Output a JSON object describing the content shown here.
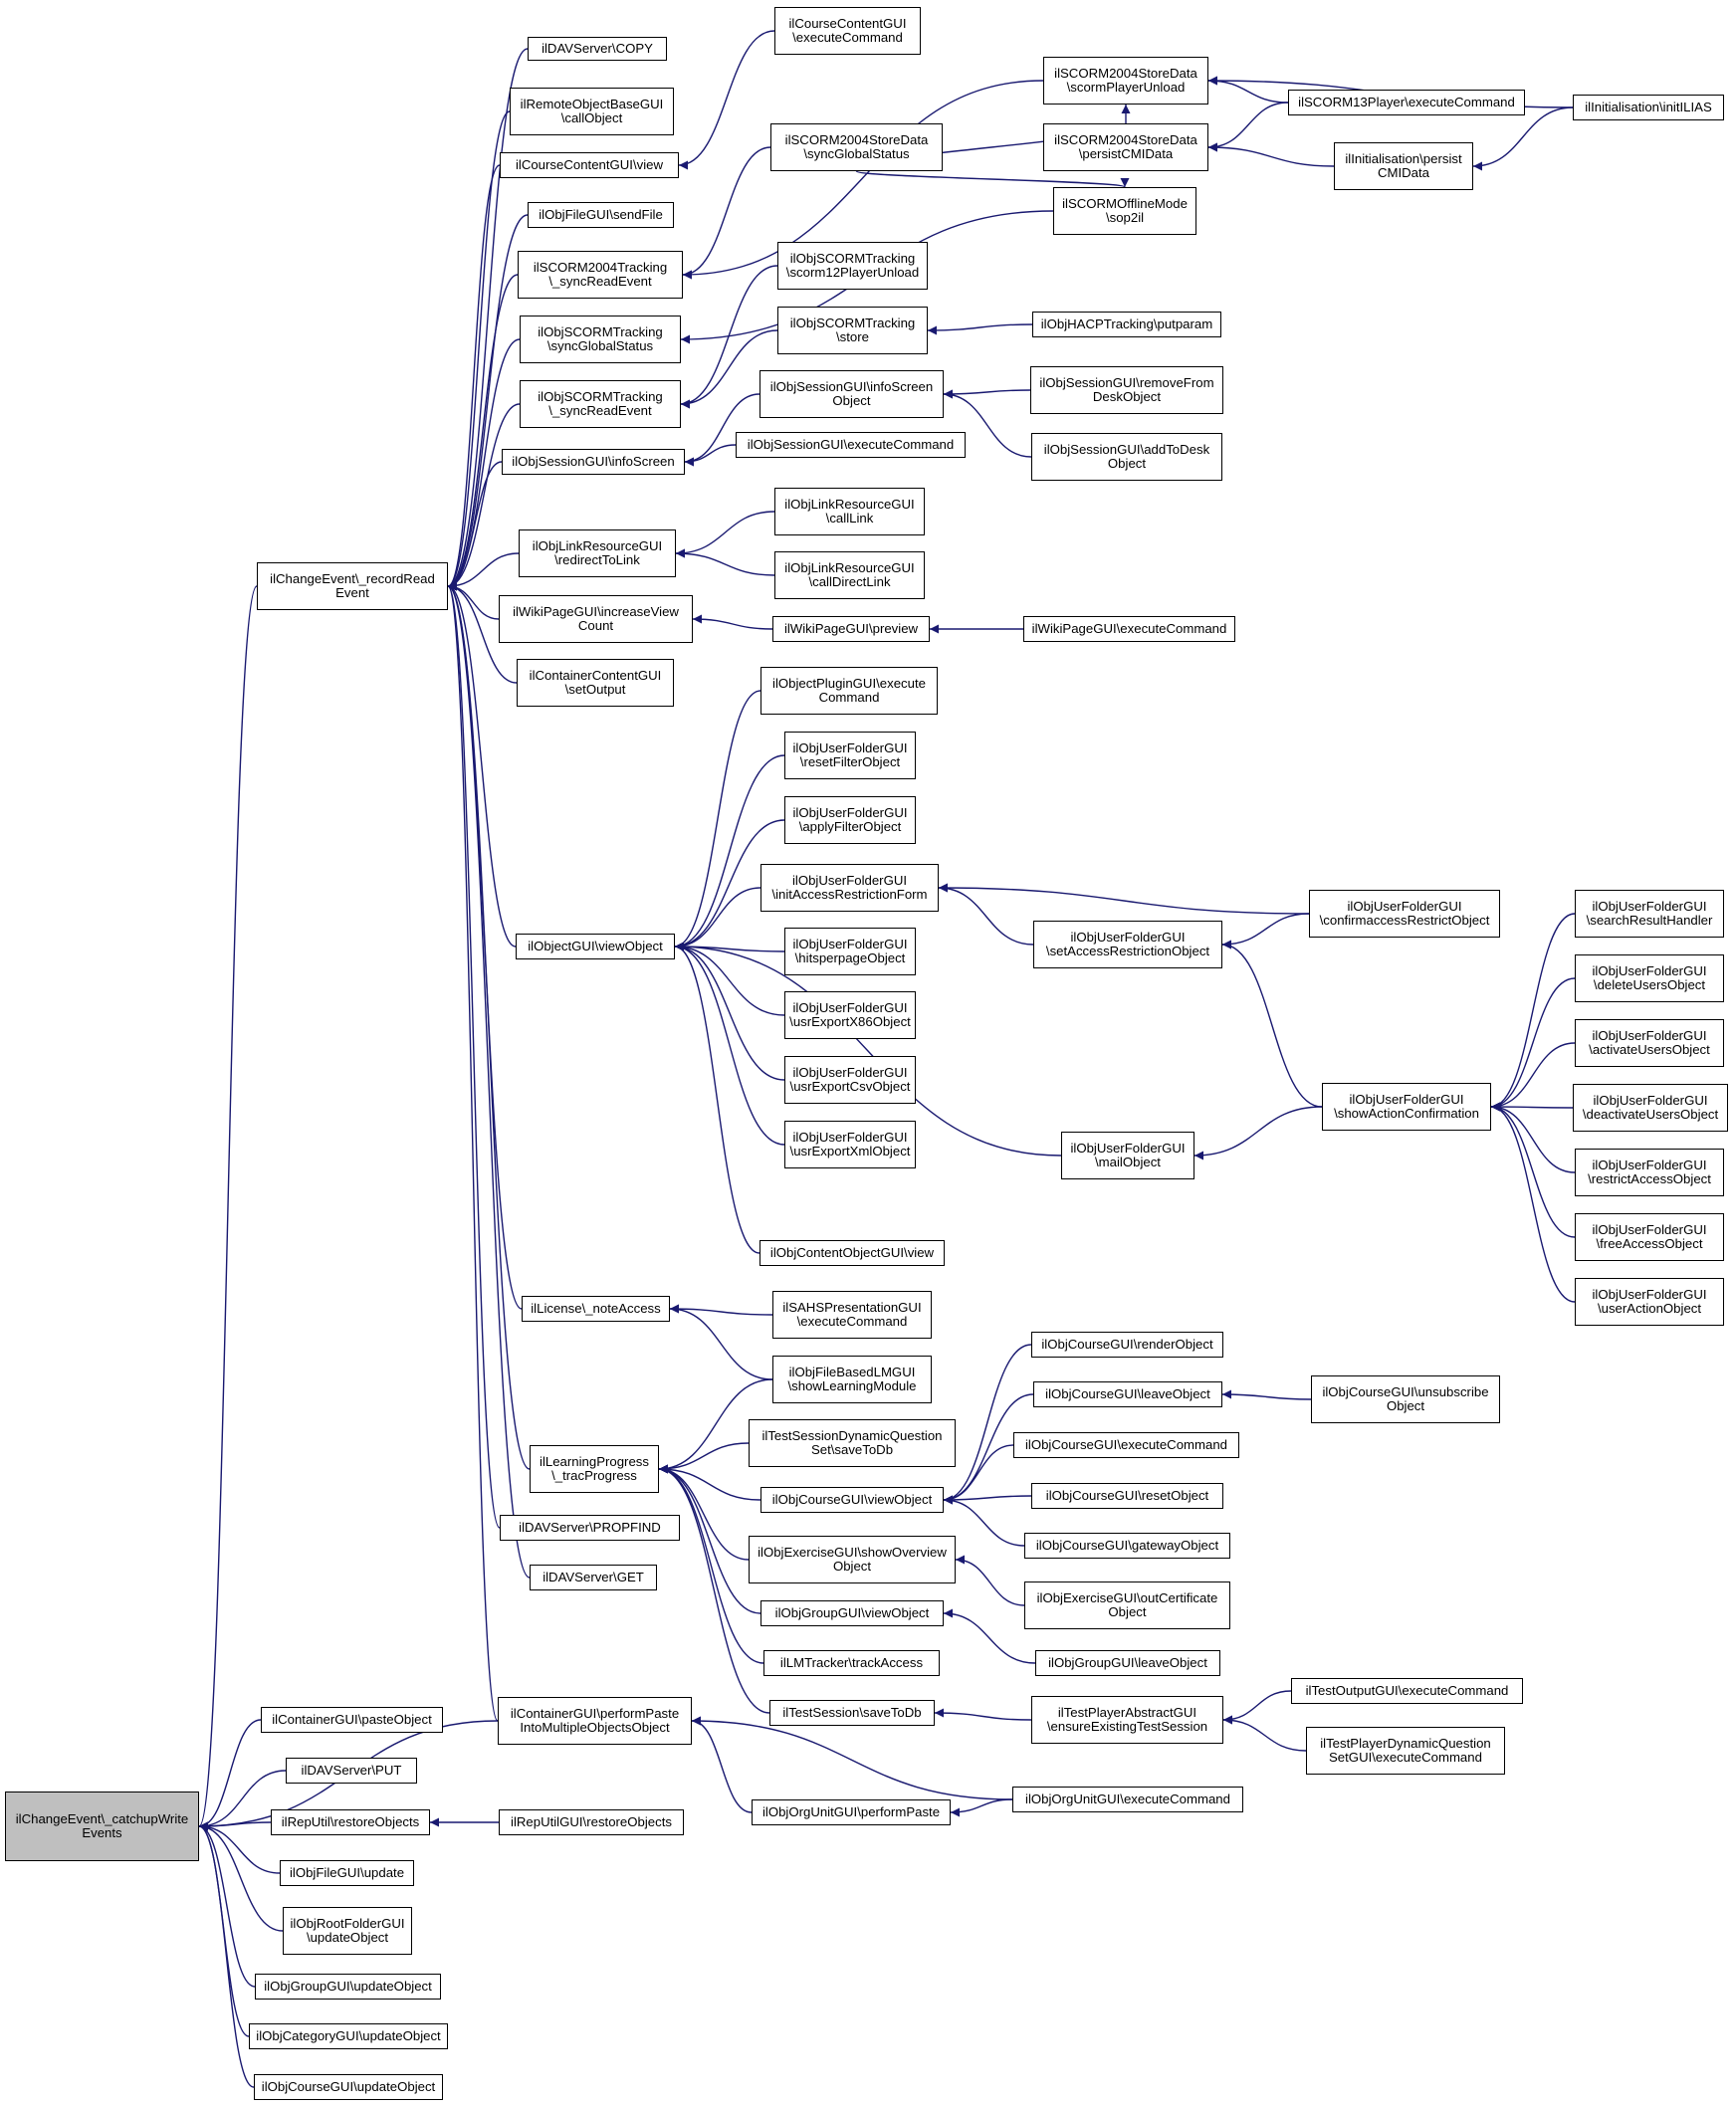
{
  "diagram": {
    "type": "call-graph",
    "edge_color": "#191970",
    "node_fill": "#ffffff",
    "root_fill": "#bfbfbf",
    "nodes": [
      {
        "id": "root",
        "label": "ilChangeEvent\\_catchupWrite\nEvents",
        "root": true
      },
      {
        "id": "recordRead",
        "label": "ilChangeEvent\\_recordRead\nEvent"
      },
      {
        "id": "davCopy",
        "label": "ilDAVServer\\COPY"
      },
      {
        "id": "remoteCall",
        "label": "ilRemoteObjectBaseGUI\n\\callObject"
      },
      {
        "id": "ccView",
        "label": "ilCourseContentGUI\\view"
      },
      {
        "id": "fileSend",
        "label": "ilObjFileGUI\\sendFile"
      },
      {
        "id": "scorm2004Sync",
        "label": "ilSCORM2004Tracking\n\\_syncReadEvent"
      },
      {
        "id": "objScormSyncGlobal",
        "label": "ilObjSCORMTracking\n\\syncGlobalStatus"
      },
      {
        "id": "objScormSyncRead",
        "label": "ilObjSCORMTracking\n\\_syncReadEvent"
      },
      {
        "id": "sessInfo",
        "label": "ilObjSessionGUI\\infoScreen"
      },
      {
        "id": "linkRedirect",
        "label": "ilObjLinkResourceGUI\n\\redirectToLink"
      },
      {
        "id": "wikiInc",
        "label": "ilWikiPageGUI\\increaseView\nCount"
      },
      {
        "id": "contSetOut",
        "label": "ilContainerContentGUI\n\\setOutput"
      },
      {
        "id": "objView",
        "label": "ilObjectGUI\\viewObject"
      },
      {
        "id": "license",
        "label": "ilLicense\\_noteAccess"
      },
      {
        "id": "lpTrac",
        "label": "ilLearningProgress\n\\_tracProgress"
      },
      {
        "id": "davPropfind",
        "label": "ilDAVServer\\PROPFIND"
      },
      {
        "id": "davGet",
        "label": "ilDAVServer\\GET"
      },
      {
        "id": "contPerform",
        "label": "ilContainerGUI\\performPaste\nIntoMultipleObjectsObject"
      },
      {
        "id": "contPaste",
        "label": "ilContainerGUI\\pasteObject"
      },
      {
        "id": "davPut",
        "label": "ilDAVServer\\PUT"
      },
      {
        "id": "repRestore",
        "label": "ilRepUtil\\restoreObjects"
      },
      {
        "id": "fileUpdate",
        "label": "ilObjFileGUI\\update"
      },
      {
        "id": "rootFolder",
        "label": "ilObjRootFolderGUI\n\\updateObject"
      },
      {
        "id": "grpUpdate",
        "label": "ilObjGroupGUI\\updateObject"
      },
      {
        "id": "catUpdate",
        "label": "ilObjCategoryGUI\\updateObject"
      },
      {
        "id": "crsUpdate",
        "label": "ilObjCourseGUI\\updateObject"
      },
      {
        "id": "ccExec",
        "label": "ilCourseContentGUI\n\\executeCommand"
      },
      {
        "id": "storeUnload",
        "label": "ilSCORM2004StoreData\n\\scormPlayerUnload"
      },
      {
        "id": "storeSync",
        "label": "ilSCORM2004StoreData\n\\syncGlobalStatus"
      },
      {
        "id": "storePersist",
        "label": "ilSCORM2004StoreData\n\\persistCMIData"
      },
      {
        "id": "offline",
        "label": "ilSCORMOfflineMode\n\\sop2il"
      },
      {
        "id": "scorm13Exec",
        "label": "ilSCORM13Player\\executeCommand"
      },
      {
        "id": "initPersist",
        "label": "ilInitialisation\\persist\nCMIData"
      },
      {
        "id": "initIlias",
        "label": "ilInitialisation\\initILIAS"
      },
      {
        "id": "scorm12Unload",
        "label": "ilObjSCORMTracking\n\\scorm12PlayerUnload"
      },
      {
        "id": "scormStore",
        "label": "ilObjSCORMTracking\n\\store"
      },
      {
        "id": "hacp",
        "label": "ilObjHACPTracking\\putparam"
      },
      {
        "id": "sessInfoObj",
        "label": "ilObjSessionGUI\\infoScreen\nObject"
      },
      {
        "id": "sessExec",
        "label": "ilObjSessionGUI\\executeCommand"
      },
      {
        "id": "sessRemove",
        "label": "ilObjSessionGUI\\removeFrom\nDeskObject"
      },
      {
        "id": "sessAdd",
        "label": "ilObjSessionGUI\\addToDesk\nObject"
      },
      {
        "id": "linkCall",
        "label": "ilObjLinkResourceGUI\n\\callLink"
      },
      {
        "id": "linkDirect",
        "label": "ilObjLinkResourceGUI\n\\callDirectLink"
      },
      {
        "id": "wikiPreview",
        "label": "ilWikiPageGUI\\preview"
      },
      {
        "id": "wikiExec",
        "label": "ilWikiPageGUI\\executeCommand"
      },
      {
        "id": "pluginExec",
        "label": "ilObjectPluginGUI\\execute\nCommand"
      },
      {
        "id": "ufReset",
        "label": "ilObjUserFolderGUI\n\\resetFilterObject"
      },
      {
        "id": "ufApply",
        "label": "ilObjUserFolderGUI\n\\applyFilterObject"
      },
      {
        "id": "ufInitAcc",
        "label": "ilObjUserFolderGUI\n\\initAccessRestrictionForm"
      },
      {
        "id": "ufHits",
        "label": "ilObjUserFolderGUI\n\\hitsperpageObject"
      },
      {
        "id": "ufX86",
        "label": "ilObjUserFolderGUI\n\\usrExportX86Object"
      },
      {
        "id": "ufCsv",
        "label": "ilObjUserFolderGUI\n\\usrExportCsvObject"
      },
      {
        "id": "ufXml",
        "label": "ilObjUserFolderGUI\n\\usrExportXmlObject"
      },
      {
        "id": "cobView",
        "label": "ilObjContentObjectGUI\\view"
      },
      {
        "id": "ufSetAcc",
        "label": "ilObjUserFolderGUI\n\\setAccessRestrictionObject"
      },
      {
        "id": "ufConfirm",
        "label": "ilObjUserFolderGUI\n\\confirmaccessRestrictObject"
      },
      {
        "id": "ufMail",
        "label": "ilObjUserFolderGUI\n\\mailObject"
      },
      {
        "id": "ufShowAct",
        "label": "ilObjUserFolderGUI\n\\showActionConfirmation"
      },
      {
        "id": "ufSearch",
        "label": "ilObjUserFolderGUI\n\\searchResultHandler"
      },
      {
        "id": "ufDelete",
        "label": "ilObjUserFolderGUI\n\\deleteUsersObject"
      },
      {
        "id": "ufActivate",
        "label": "ilObjUserFolderGUI\n\\activateUsersObject"
      },
      {
        "id": "ufDeactivate",
        "label": "ilObjUserFolderGUI\n\\deactivateUsersObject"
      },
      {
        "id": "ufRestrict",
        "label": "ilObjUserFolderGUI\n\\restrictAccessObject"
      },
      {
        "id": "ufFree",
        "label": "ilObjUserFolderGUI\n\\freeAccessObject"
      },
      {
        "id": "ufUserAct",
        "label": "ilObjUserFolderGUI\n\\userActionObject"
      },
      {
        "id": "sahsExec",
        "label": "ilSAHSPresentationGUI\n\\executeCommand"
      },
      {
        "id": "fblm",
        "label": "ilObjFileBasedLMGUI\n\\showLearningModule"
      },
      {
        "id": "tsdqSave",
        "label": "ilTestSessionDynamicQuestion\nSet\\saveToDb"
      },
      {
        "id": "crsView",
        "label": "ilObjCourseGUI\\viewObject"
      },
      {
        "id": "crsRender",
        "label": "ilObjCourseGUI\\renderObject"
      },
      {
        "id": "crsLeave",
        "label": "ilObjCourseGUI\\leaveObject"
      },
      {
        "id": "crsUnsub",
        "label": "ilObjCourseGUI\\unsubscribe\nObject"
      },
      {
        "id": "crsExec",
        "label": "ilObjCourseGUI\\executeCommand"
      },
      {
        "id": "crsReset",
        "label": "ilObjCourseGUI\\resetObject"
      },
      {
        "id": "crsGateway",
        "label": "ilObjCourseGUI\\gatewayObject"
      },
      {
        "id": "excShow",
        "label": "ilObjExerciseGUI\\showOverview\nObject"
      },
      {
        "id": "excCert",
        "label": "ilObjExerciseGUI\\outCertificate\nObject"
      },
      {
        "id": "grpView",
        "label": "ilObjGroupGUI\\viewObject"
      },
      {
        "id": "grpLeave",
        "label": "ilObjGroupGUI\\leaveObject"
      },
      {
        "id": "lmTrack",
        "label": "ilLMTracker\\trackAccess"
      },
      {
        "id": "tsSave",
        "label": "ilTestSession\\saveToDb"
      },
      {
        "id": "tpEnsure",
        "label": "ilTestPlayerAbstractGUI\n\\ensureExistingTestSession"
      },
      {
        "id": "toExec",
        "label": "ilTestOutputGUI\\executeCommand"
      },
      {
        "id": "tpdqExec",
        "label": "ilTestPlayerDynamicQuestion\nSetGUI\\executeCommand"
      },
      {
        "id": "ouPerform",
        "label": "ilObjOrgUnitGUI\\performPaste"
      },
      {
        "id": "ouExec",
        "label": "ilObjOrgUnitGUI\\executeCommand"
      },
      {
        "id": "repGuiRestore",
        "label": "ilRepUtilGUI\\restoreObjects"
      }
    ],
    "edges": [
      [
        "recordRead",
        "root"
      ],
      [
        "contPerform",
        "root"
      ],
      [
        "contPaste",
        "root"
      ],
      [
        "davPut",
        "root"
      ],
      [
        "repRestore",
        "root"
      ],
      [
        "fileUpdate",
        "root"
      ],
      [
        "rootFolder",
        "root"
      ],
      [
        "grpUpdate",
        "root"
      ],
      [
        "catUpdate",
        "root"
      ],
      [
        "crsUpdate",
        "root"
      ],
      [
        "davCopy",
        "recordRead"
      ],
      [
        "remoteCall",
        "recordRead"
      ],
      [
        "ccView",
        "recordRead"
      ],
      [
        "fileSend",
        "recordRead"
      ],
      [
        "scorm2004Sync",
        "recordRead"
      ],
      [
        "objScormSyncGlobal",
        "recordRead"
      ],
      [
        "objScormSyncRead",
        "recordRead"
      ],
      [
        "sessInfo",
        "recordRead"
      ],
      [
        "linkRedirect",
        "recordRead"
      ],
      [
        "wikiInc",
        "recordRead"
      ],
      [
        "contSetOut",
        "recordRead"
      ],
      [
        "objView",
        "recordRead"
      ],
      [
        "license",
        "recordRead"
      ],
      [
        "lpTrac",
        "recordRead"
      ],
      [
        "davPropfind",
        "recordRead"
      ],
      [
        "davGet",
        "recordRead"
      ],
      [
        "contPerform",
        "recordRead"
      ],
      [
        "ccExec",
        "ccView"
      ],
      [
        "storeUnload",
        "scorm2004Sync"
      ],
      [
        "storeSync",
        "scorm2004Sync"
      ],
      [
        "storeSync",
        "storePersist"
      ],
      [
        "storeSync",
        "offline"
      ],
      [
        "storePersist",
        "storeUnload"
      ],
      [
        "scorm13Exec",
        "storeUnload"
      ],
      [
        "initIlias",
        "storeUnload"
      ],
      [
        "scorm13Exec",
        "storePersist"
      ],
      [
        "initPersist",
        "storePersist"
      ],
      [
        "initIlias",
        "initPersist"
      ],
      [
        "offline",
        "objScormSyncGlobal"
      ],
      [
        "scorm12Unload",
        "objScormSyncRead"
      ],
      [
        "scormStore",
        "objScormSyncRead"
      ],
      [
        "hacp",
        "scormStore"
      ],
      [
        "sessInfoObj",
        "sessInfo"
      ],
      [
        "sessExec",
        "sessInfo"
      ],
      [
        "sessRemove",
        "sessInfoObj"
      ],
      [
        "sessAdd",
        "sessInfoObj"
      ],
      [
        "linkCall",
        "linkRedirect"
      ],
      [
        "linkDirect",
        "linkRedirect"
      ],
      [
        "wikiPreview",
        "wikiInc"
      ],
      [
        "wikiExec",
        "wikiPreview"
      ],
      [
        "pluginExec",
        "objView"
      ],
      [
        "ufReset",
        "objView"
      ],
      [
        "ufApply",
        "objView"
      ],
      [
        "ufInitAcc",
        "objView"
      ],
      [
        "ufHits",
        "objView"
      ],
      [
        "ufX86",
        "objView"
      ],
      [
        "ufCsv",
        "objView"
      ],
      [
        "ufXml",
        "objView"
      ],
      [
        "ufMail",
        "objView"
      ],
      [
        "cobView",
        "objView"
      ],
      [
        "ufSetAcc",
        "ufInitAcc"
      ],
      [
        "ufConfirm",
        "ufInitAcc"
      ],
      [
        "ufConfirm",
        "ufSetAcc"
      ],
      [
        "ufShowAct",
        "ufSetAcc"
      ],
      [
        "ufShowAct",
        "ufMail"
      ],
      [
        "ufSearch",
        "ufShowAct"
      ],
      [
        "ufDelete",
        "ufShowAct"
      ],
      [
        "ufActivate",
        "ufShowAct"
      ],
      [
        "ufDeactivate",
        "ufShowAct"
      ],
      [
        "ufRestrict",
        "ufShowAct"
      ],
      [
        "ufFree",
        "ufShowAct"
      ],
      [
        "ufUserAct",
        "ufShowAct"
      ],
      [
        "sahsExec",
        "license"
      ],
      [
        "fblm",
        "license"
      ],
      [
        "fblm",
        "lpTrac"
      ],
      [
        "tsdqSave",
        "lpTrac"
      ],
      [
        "crsView",
        "lpTrac"
      ],
      [
        "excShow",
        "lpTrac"
      ],
      [
        "grpView",
        "lpTrac"
      ],
      [
        "lmTrack",
        "lpTrac"
      ],
      [
        "tsSave",
        "lpTrac"
      ],
      [
        "crsRender",
        "crsView"
      ],
      [
        "crsLeave",
        "crsView"
      ],
      [
        "crsExec",
        "crsView"
      ],
      [
        "crsReset",
        "crsView"
      ],
      [
        "crsGateway",
        "crsView"
      ],
      [
        "crsUnsub",
        "crsLeave"
      ],
      [
        "excCert",
        "excShow"
      ],
      [
        "grpLeave",
        "grpView"
      ],
      [
        "tpEnsure",
        "tsSave"
      ],
      [
        "toExec",
        "tpEnsure"
      ],
      [
        "tpdqExec",
        "tpEnsure"
      ],
      [
        "ouPerform",
        "contPerform"
      ],
      [
        "ouExec",
        "contPerform"
      ],
      [
        "ouExec",
        "ouPerform"
      ],
      [
        "repGuiRestore",
        "repRestore"
      ]
    ]
  }
}
